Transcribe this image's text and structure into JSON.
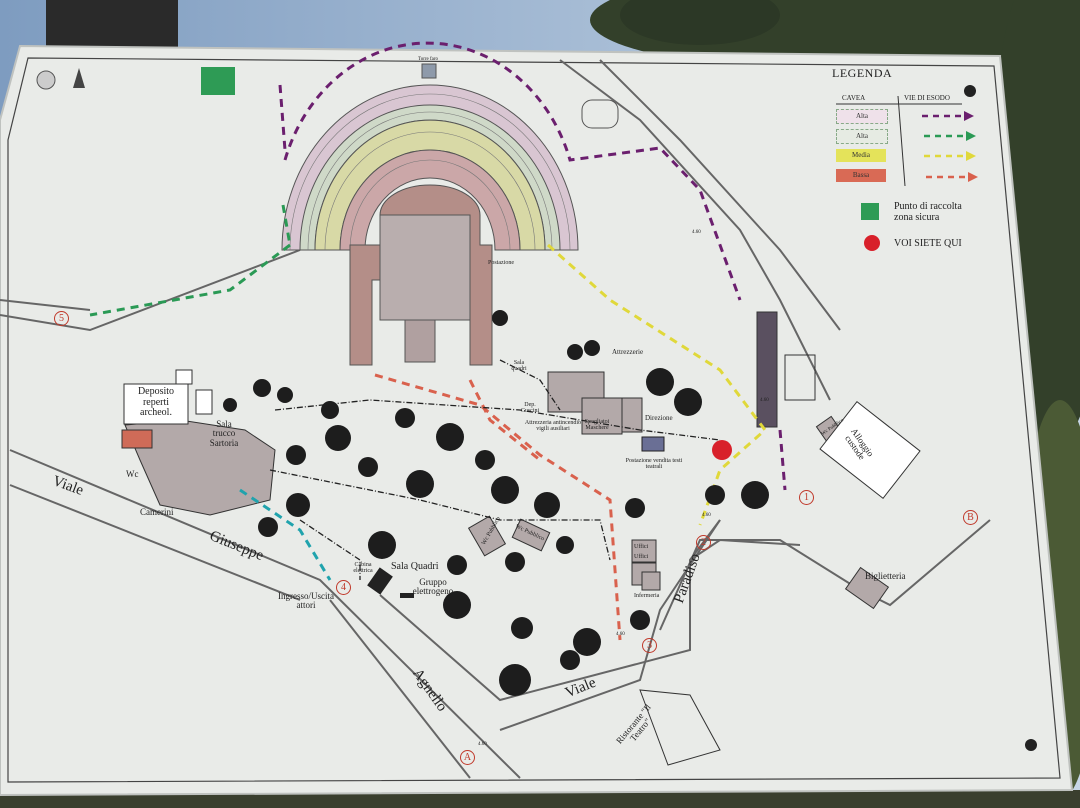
{
  "legend": {
    "title": "LEGENDA",
    "col_cavea": "CAVEA",
    "col_exits": "VIE DI ESODO",
    "rows": [
      {
        "label": "Alta",
        "fill": "#efe1ea",
        "arrow": "#6b1f6e"
      },
      {
        "label": "Alta",
        "fill": "#e6ebe3",
        "arrow": "#2a9a55"
      },
      {
        "label": "Media",
        "fill": "#e4e35a",
        "arrow": "#e0d83a"
      },
      {
        "label": "Bassa",
        "fill": "#d96a55",
        "arrow": "#d9614d"
      }
    ],
    "assembly_point": "Punto di raccolta zona sicura",
    "you_are_here": "VOI SIETE QUI"
  },
  "labels": {
    "torre": "Torre faro",
    "postazione_service": "Postazione",
    "deposito": "Deposito reperti archeol.",
    "sala_trucco": "Sala trucco Sartoria",
    "wc": "Wc",
    "camerini": "Camerini",
    "ingresso": "Ingresso/Uscita attori",
    "cabina": "Cabina elettrica",
    "sala_quadri": "Sala Quadri",
    "gruppo": "Gruppo elettrogeno",
    "wc_pubblico_1": "Wc Pubblico",
    "wc_pubblico_2": "Wc Pubblico",
    "sala_quadri_2": "Sala quadri",
    "attrezzerie": "Attrezzerie",
    "dep_cuscini": "Dep. Cuscini",
    "attrezzeria_antincendio": "Attrezzeria antincendio vigili ausiliari",
    "spogliatoi": "Spogliatoi Maschere",
    "direzione": "Direzione",
    "postazione_vendita": "Postazione vendita testi teatrali",
    "uffici_1": "Uffici",
    "uffici_2": "Uffici",
    "infermeria": "Infermeria",
    "alloggio": "Alloggio custode",
    "wc_pubblico_3": "Wc Pubblico",
    "biglietteria": "Biglietteria",
    "ristorante": "Ristorante \"Il Teatro\""
  },
  "roads": {
    "viale_1": "Viale",
    "giuseppe": "Giuseppe",
    "agnello": "Agnello",
    "viale_2": "Viale",
    "paradiso": "Paradiso"
  },
  "exits": [
    "1",
    "2",
    "3",
    "4",
    "5",
    "A",
    "B"
  ],
  "widths": [
    "4.60",
    "4.60",
    "4.60",
    "4.60",
    "4.60"
  ],
  "colors": {
    "board": "#e9ebe8",
    "sky": "#8fa9c4",
    "foliage": "#3b4a2c",
    "here": "#d8202a",
    "building": "#b9aeae"
  }
}
